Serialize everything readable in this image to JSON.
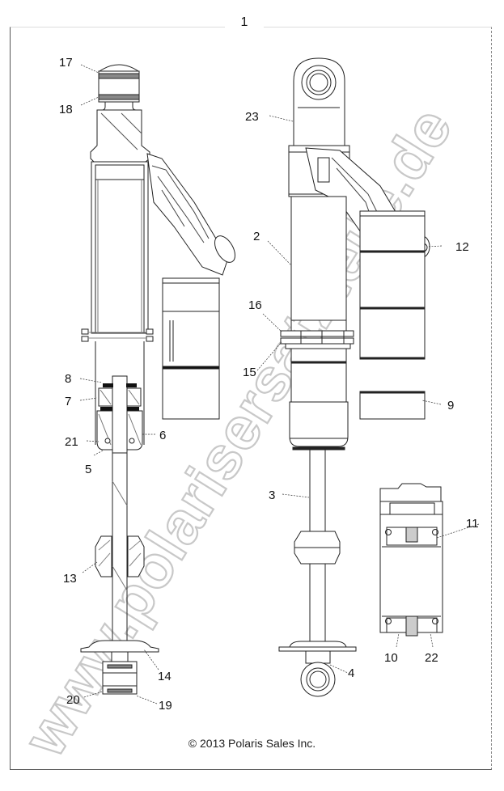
{
  "diagram": {
    "assembly_number": "1",
    "copyright": "© 2013 Polaris Sales Inc.",
    "watermark": "www.polarisersatzteile.de",
    "colors": {
      "line": "#222222",
      "frame": "#555555",
      "watermark": "#c8c8c8",
      "background": "#ffffff"
    },
    "views": [
      {
        "name": "cross-section-view",
        "description": "Left sectional view of shock absorber"
      },
      {
        "name": "exterior-view",
        "description": "Right exterior view of shock absorber"
      },
      {
        "name": "reservoir-detail-view",
        "description": "Reservoir piston section detail"
      }
    ],
    "callouts": [
      {
        "id": "c17",
        "label": "17"
      },
      {
        "id": "c18",
        "label": "18"
      },
      {
        "id": "c23",
        "label": "23"
      },
      {
        "id": "c2",
        "label": "2"
      },
      {
        "id": "c12",
        "label": "12"
      },
      {
        "id": "c16",
        "label": "16"
      },
      {
        "id": "c15",
        "label": "15"
      },
      {
        "id": "c9",
        "label": "9"
      },
      {
        "id": "c8",
        "label": "8"
      },
      {
        "id": "c7",
        "label": "7"
      },
      {
        "id": "c6",
        "label": "6"
      },
      {
        "id": "c21",
        "label": "21"
      },
      {
        "id": "c5",
        "label": "5"
      },
      {
        "id": "c3",
        "label": "3"
      },
      {
        "id": "c11",
        "label": "11"
      },
      {
        "id": "c13",
        "label": "13"
      },
      {
        "id": "c10",
        "label": "10"
      },
      {
        "id": "c22",
        "label": "22"
      },
      {
        "id": "c14",
        "label": "14"
      },
      {
        "id": "c4",
        "label": "4"
      },
      {
        "id": "c20",
        "label": "20"
      },
      {
        "id": "c19",
        "label": "19"
      }
    ]
  }
}
